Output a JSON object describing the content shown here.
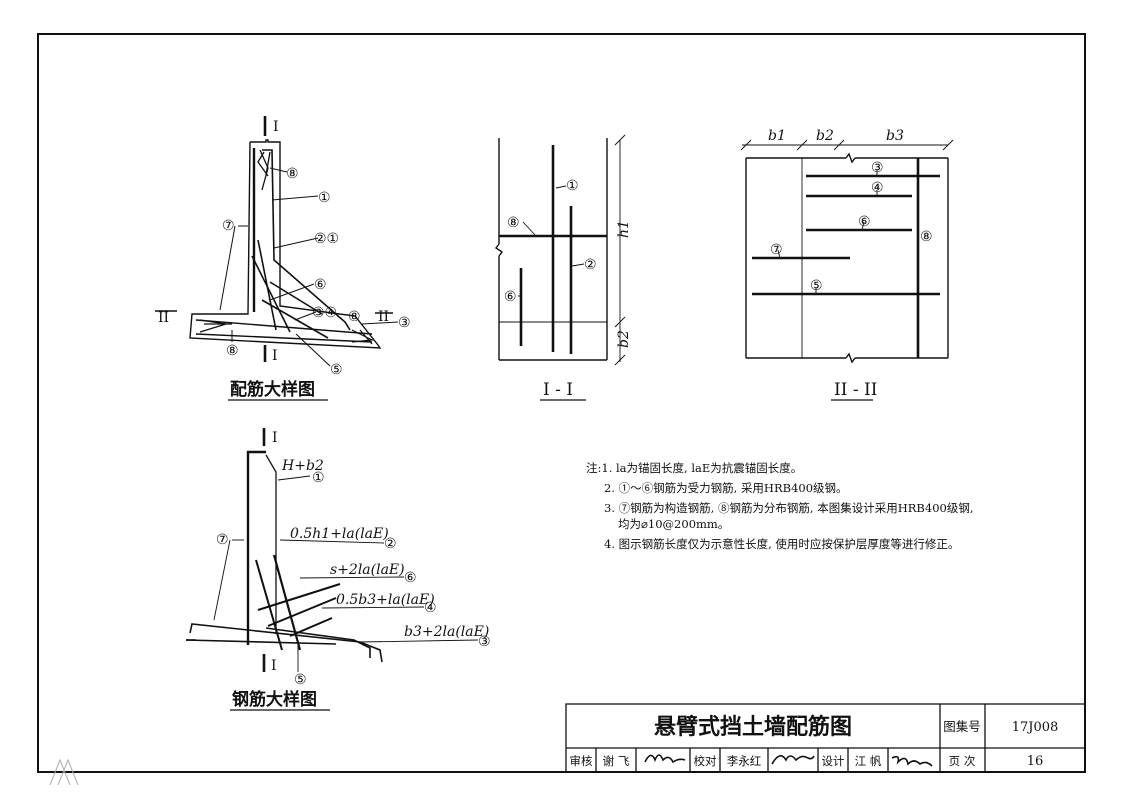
{
  "detail_views": {
    "rebar_detail_title": "配筋大样图",
    "bar_detail_title": "钢筋大样图",
    "section_1_title": "I - I",
    "section_2_title": "II - II",
    "section_mark_1": "I",
    "section_mark_2": "II"
  },
  "bar_numbers": {
    "n1": "①",
    "n2": "②",
    "n3": "③",
    "n4": "④",
    "n5": "⑤",
    "n6": "⑥",
    "n7": "⑦",
    "n8": "⑧",
    "n21": "②①",
    "n34": "③④"
  },
  "dimensions": {
    "b1": "b1",
    "b2": "b2",
    "b3": "b3",
    "h1": "h1"
  },
  "bar_lengths": {
    "l1": "H+b2",
    "l2": "0.5h1+la(laE)",
    "l6": "s+2la(laE)",
    "l4": "0.5b3+la(laE)",
    "l3": "b3+2la(laE)"
  },
  "notes": [
    "注:1. la为锚固长度, laE为抗震锚固长度。",
    "2. ①～⑥钢筋为受力钢筋, 采用HRB400级钢。",
    "3. ⑦钢筋为构造钢筋, ⑧钢筋为分布钢筋, 本图集设计采用HRB400级钢,",
    "均为⌀10@200mm。",
    "4. 图示钢筋长度仅为示意性长度, 使用时应按保护层厚度等进行修正。"
  ],
  "title_block": {
    "drawing_title": "悬臂式挡土墙配筋图",
    "atlas_label": "图集号",
    "atlas_number": "17J008",
    "review_label": "审核",
    "reviewer": "谢 飞",
    "check_label": "校对",
    "checker": "李永红",
    "design_label": "设计",
    "designer": "江 帆",
    "page_label": "页 次",
    "page_number": "16"
  }
}
